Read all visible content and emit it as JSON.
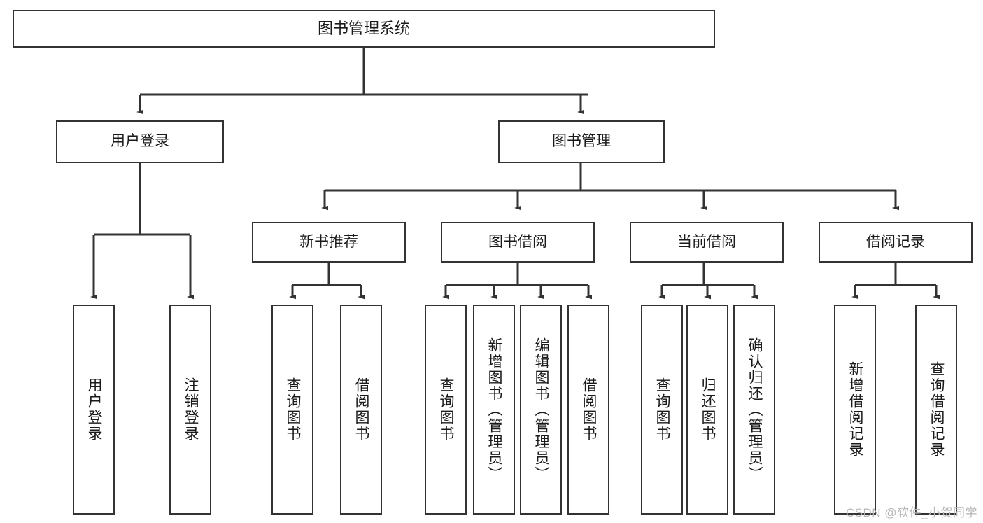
{
  "diagram": {
    "title": "图书管理系统",
    "type": "tree-hierarchy-chart",
    "background_color": "#ffffff",
    "box_border_color": "#333333",
    "connector_color": "#333333",
    "text_color": "#1a1a1a",
    "levels": {
      "root": {
        "label": "图书管理系统"
      },
      "level1": [
        {
          "label": "用户登录"
        },
        {
          "label": "图书管理"
        }
      ],
      "level2": [
        {
          "label": "新书推荐"
        },
        {
          "label": "图书借阅"
        },
        {
          "label": "当前借阅"
        },
        {
          "label": "借阅记录"
        }
      ],
      "leaves": {
        "user_login": [
          {
            "label": "用户登录"
          },
          {
            "label": "注销登录"
          }
        ],
        "new_book_recommend": [
          {
            "label": "查询图书"
          },
          {
            "label": "借阅图书"
          }
        ],
        "book_borrow": [
          {
            "label": "查询图书"
          },
          {
            "label": "新增图书（管理员）"
          },
          {
            "label": "编辑图书（管理员）"
          },
          {
            "label": "借阅图书"
          }
        ],
        "current_borrow": [
          {
            "label": "查询图书"
          },
          {
            "label": "归还图书"
          },
          {
            "label": "确认归还（管理员）"
          }
        ],
        "borrow_record": [
          {
            "label": "新增借阅记录"
          },
          {
            "label": "查询借阅记录"
          }
        ]
      }
    }
  },
  "watermark": {
    "text": "CSDN @软件_小贺同学",
    "color": "#b6b6b6"
  }
}
